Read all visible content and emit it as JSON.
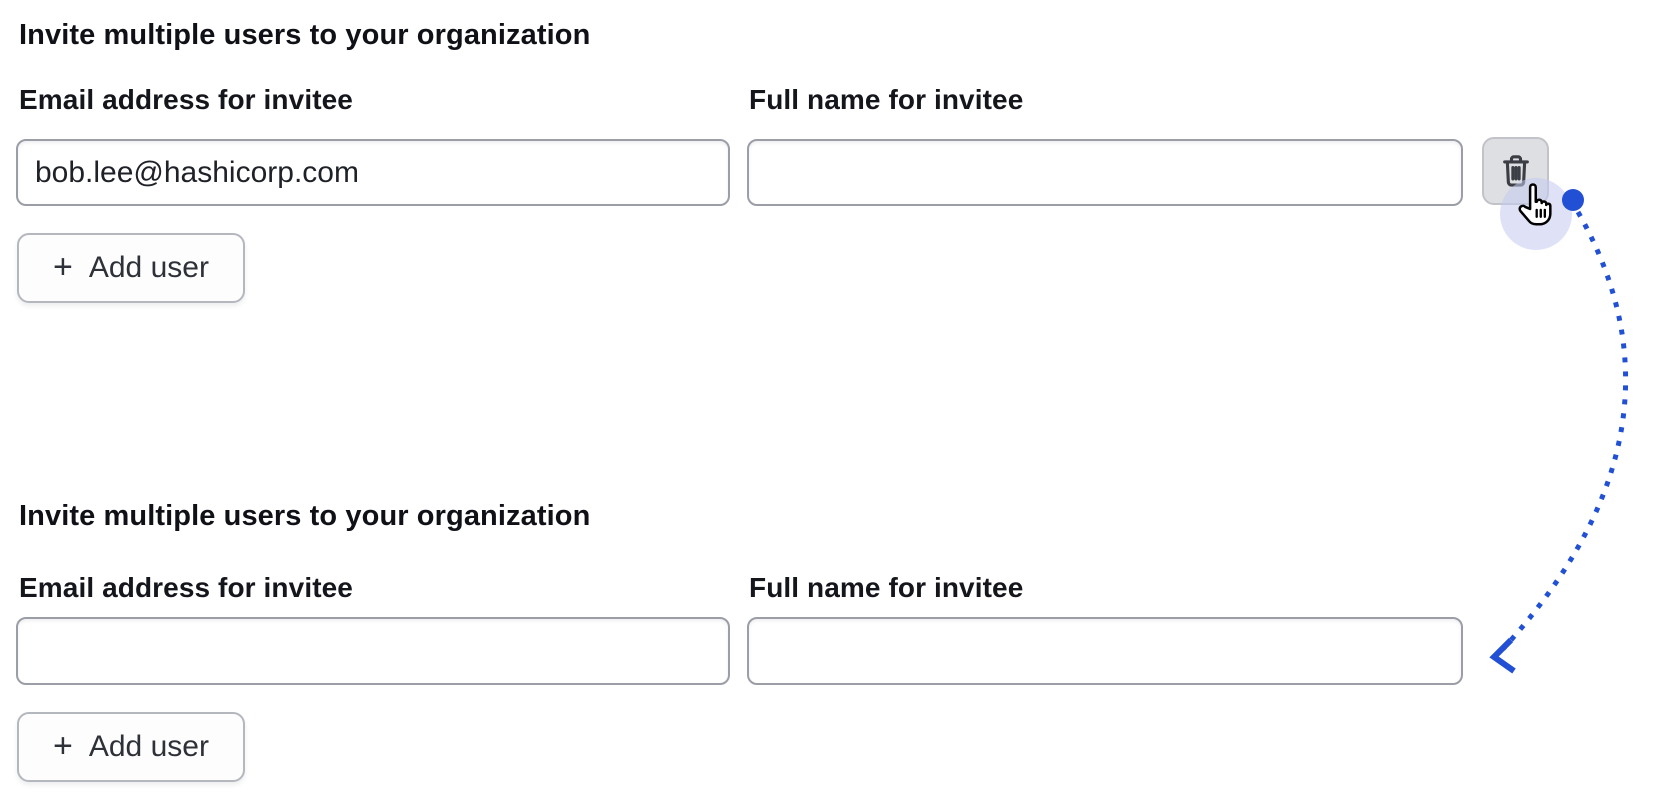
{
  "annotation": {
    "accent_color": "#2150d4",
    "halo_color": "#c5cbf0",
    "arrow_style": "dotted-curve",
    "cursor": "hand-pointer"
  },
  "form_before": {
    "heading": "Invite multiple users to your organization",
    "email": {
      "label": "Email address for invitee",
      "value": "bob.lee@hashicorp.com"
    },
    "name": {
      "label": "Full name for invitee",
      "value": ""
    },
    "delete_button": {
      "icon": "trash-icon"
    },
    "add_user_button": {
      "plus": "+",
      "label": "Add user"
    }
  },
  "form_after": {
    "heading": "Invite multiple users to your organization",
    "email": {
      "label": "Email address for invitee",
      "value": ""
    },
    "name": {
      "label": "Full name for invitee",
      "value": ""
    },
    "add_user_button": {
      "plus": "+",
      "label": "Add user"
    }
  }
}
